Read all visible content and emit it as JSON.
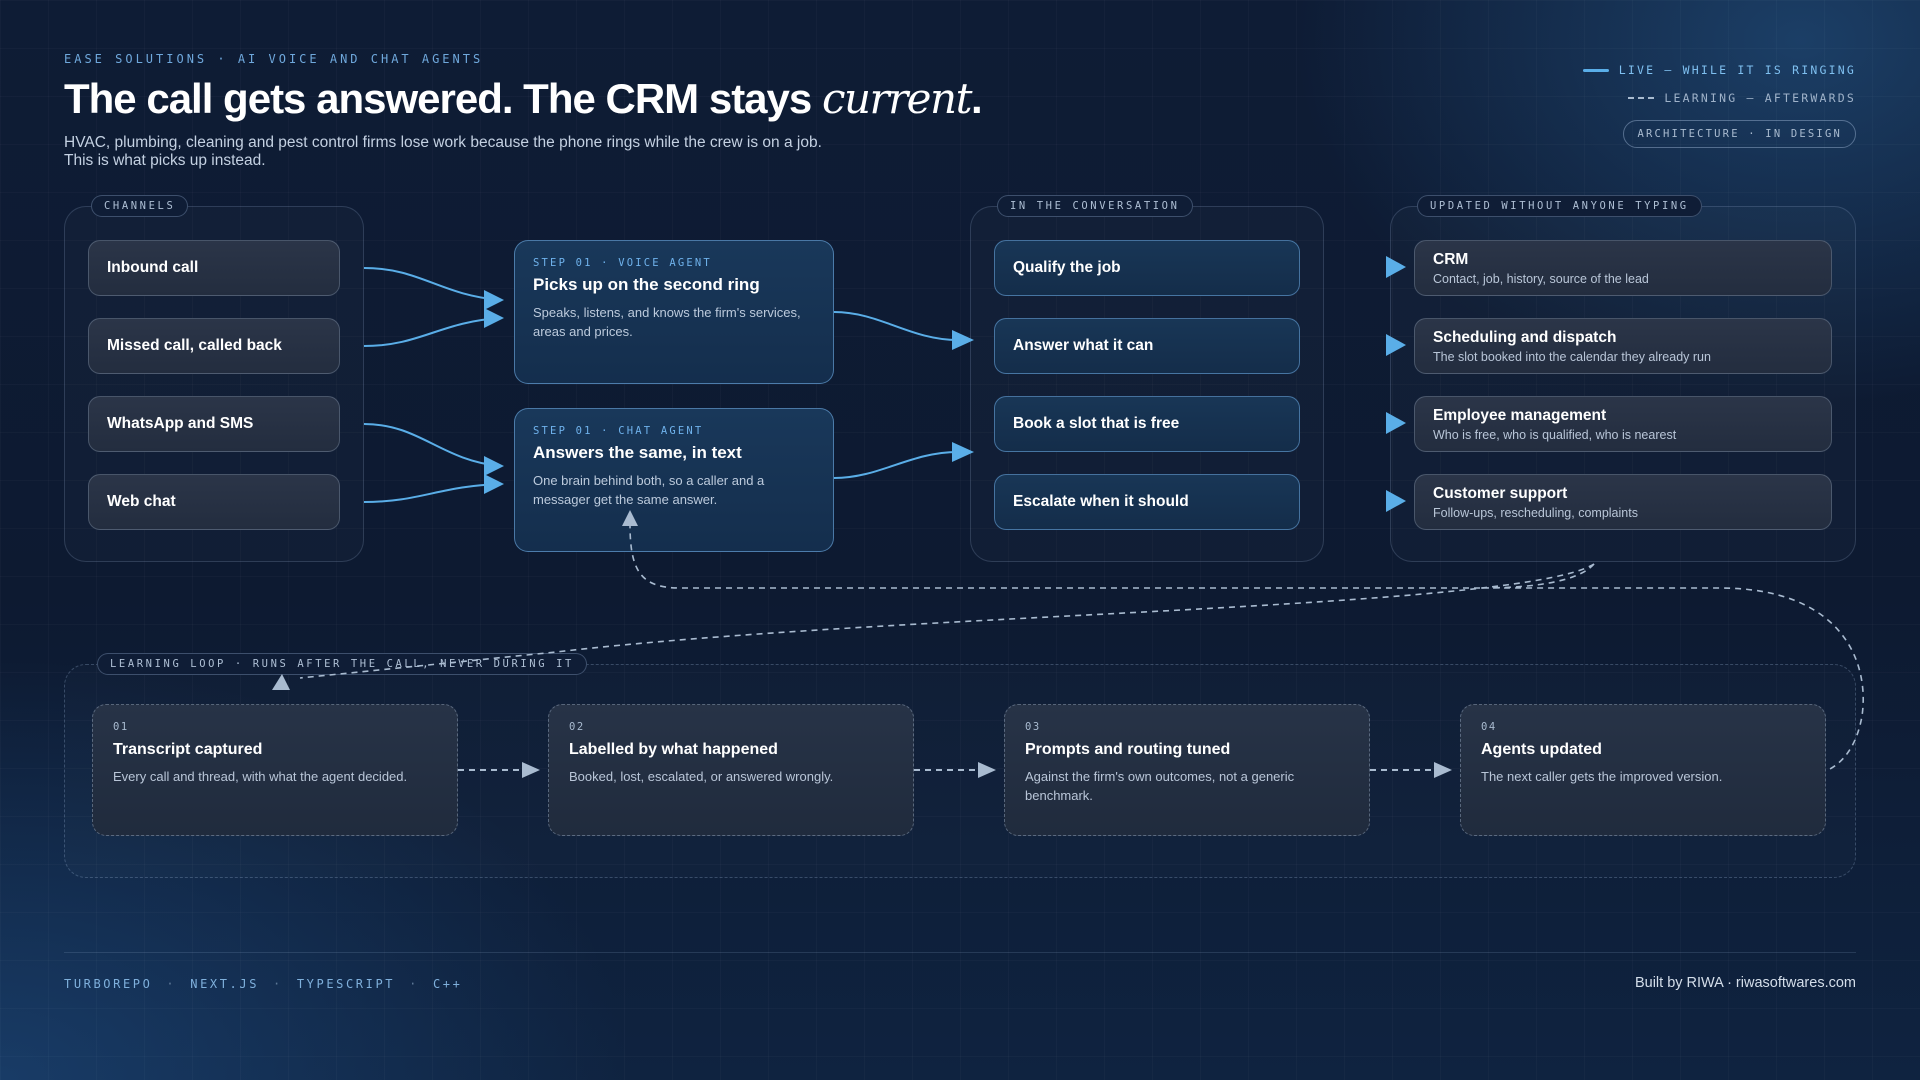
{
  "header": {
    "eyebrow": "EASE SOLUTIONS · AI VOICE AND CHAT AGENTS",
    "title_main": "The call gets answered. The CRM stays ",
    "title_italic": "current",
    "title_end": ".",
    "subtitle": "HVAC, plumbing, cleaning and pest control firms lose work because the phone rings while the crew is on a job. This is what picks up instead."
  },
  "legend": {
    "live": "LIVE — WHILE IT IS RINGING",
    "learning": "LEARNING — AFTERWARDS",
    "badge": "ARCHITECTURE · IN DESIGN"
  },
  "channels": {
    "label": "CHANNELS",
    "items": [
      "Inbound call",
      "Missed call, called back",
      "WhatsApp and SMS",
      "Web chat"
    ]
  },
  "agents": [
    {
      "step": "STEP 01 · VOICE AGENT",
      "title": "Picks up on the second ring",
      "desc": "Speaks, listens, and knows the firm's services, areas and prices."
    },
    {
      "step": "STEP 01 · CHAT AGENT",
      "title": "Answers the same, in text",
      "desc": "One brain behind both, so a caller and a messager get the same answer."
    }
  ],
  "conversation": {
    "label": "IN THE CONVERSATION",
    "items": [
      "Qualify the job",
      "Answer what it can",
      "Book a slot that is free",
      "Escalate when it should"
    ]
  },
  "updated": {
    "label": "UPDATED WITHOUT ANYONE TYPING",
    "items": [
      {
        "title": "CRM",
        "desc": "Contact, job, history, source of the lead"
      },
      {
        "title": "Scheduling and dispatch",
        "desc": "The slot booked into the calendar they already run"
      },
      {
        "title": "Employee management",
        "desc": "Who is free, who is qualified, who is nearest"
      },
      {
        "title": "Customer support",
        "desc": "Follow-ups, rescheduling, complaints"
      }
    ]
  },
  "learning_loop": {
    "label": "LEARNING LOOP · RUNS AFTER THE CALL, NEVER DURING IT",
    "steps": [
      {
        "num": "01",
        "title": "Transcript captured",
        "desc": "Every call and thread, with what the agent decided."
      },
      {
        "num": "02",
        "title": "Labelled by what happened",
        "desc": "Booked, lost, escalated, or answered wrongly."
      },
      {
        "num": "03",
        "title": "Prompts and routing tuned",
        "desc": "Against the firm's own outcomes, not a generic benchmark."
      },
      {
        "num": "04",
        "title": "Agents updated",
        "desc": "The next caller gets the improved version."
      }
    ]
  },
  "footer": {
    "stack": [
      "TURBOREPO",
      "NEXT.JS",
      "TYPESCRIPT",
      "C++"
    ],
    "separator": "·",
    "credit": "Built by RIWA · riwasoftwares.com"
  },
  "colors": {
    "background": "#0e1c35",
    "accent_live": "#5aaee8",
    "learning_dash": "#a9bbd0"
  }
}
